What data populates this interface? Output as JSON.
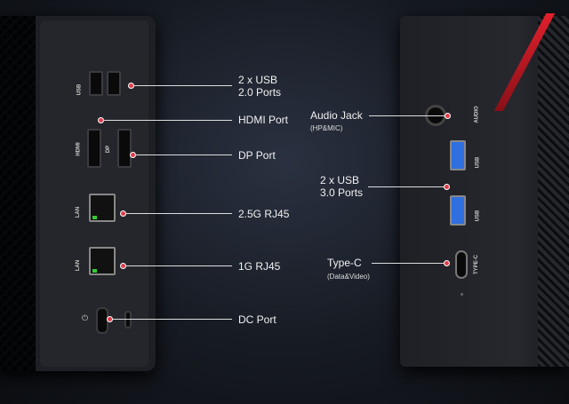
{
  "left_device": {
    "port_markings": {
      "usb": "USB",
      "hdmi": "HDMI",
      "dp": "DP",
      "lan1": "LAN",
      "lan2": "LAN"
    },
    "callouts": [
      {
        "line1": "2 x USB",
        "line2": "2.0 Ports"
      },
      {
        "line1": "HDMI Port"
      },
      {
        "line1": "DP Port"
      },
      {
        "line1": "2.5G RJ45"
      },
      {
        "line1": "1G RJ45"
      },
      {
        "line1": "DC Port"
      }
    ]
  },
  "right_device": {
    "port_markings": {
      "audio": "AUDIO",
      "usb1": "USB",
      "usb2": "USB",
      "typec": "TYPE-C"
    },
    "callouts": [
      {
        "line1": "Audio Jack",
        "sub": "(HP&MIC)"
      },
      {
        "line1": "2 x USB",
        "line2": "3.0 Ports"
      },
      {
        "line1": "Type-C",
        "sub": "(Data&Video)"
      }
    ]
  },
  "colors": {
    "accent_red": "#e23b4b",
    "usb3_blue": "#2f6fe0"
  }
}
